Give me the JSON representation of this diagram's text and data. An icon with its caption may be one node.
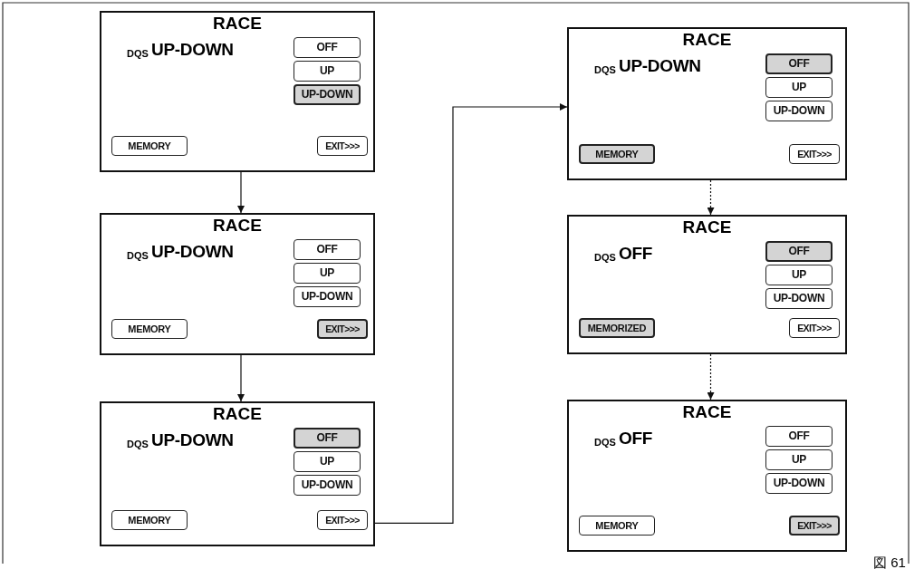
{
  "diagram": {
    "caption": "図 61",
    "nodes": [
      {
        "text": [
          "RACE",
          "DQS",
          "UP-DOWN"
        ]
      },
      {
        "text": [
          "OFF"
        ],
        "in": 0
      },
      {
        "text": [
          "UP"
        ],
        "in": 0
      },
      {
        "text": [
          "UP-DOWN"
        ],
        "in": 0
      },
      {
        "text": [
          "MEMORY"
        ],
        "in": 0
      },
      {
        "text": [
          "EXIT>>>"
        ],
        "in": 0
      },
      {
        "text": [
          "RACE",
          "DQS",
          "UP-DOWN"
        ]
      },
      {
        "text": [
          "OFF"
        ],
        "in": 6
      },
      {
        "text": [
          "UP"
        ],
        "in": 6
      },
      {
        "text": [
          "UP-DOWN"
        ],
        "in": 6
      },
      {
        "text": [
          "MEMORY"
        ],
        "in": 6
      },
      {
        "text": [
          "EXIT>>>"
        ],
        "in": 6
      },
      {
        "text": [
          "RACE",
          "DQS",
          "UP-DOWN"
        ]
      },
      {
        "text": [
          "OFF"
        ],
        "in": 12
      },
      {
        "text": [
          "UP"
        ],
        "in": 12
      },
      {
        "text": [
          "UP-DOWN"
        ],
        "in": 12
      },
      {
        "text": [
          "MEMORY"
        ],
        "in": 12
      },
      {
        "text": [
          "EXIT>>>"
        ],
        "in": 12
      },
      {
        "text": [
          "RACE",
          "DQS",
          "UP-DOWN"
        ]
      },
      {
        "text": [
          "OFF"
        ],
        "in": 18
      },
      {
        "text": [
          "UP"
        ],
        "in": 18
      },
      {
        "text": [
          "UP-DOWN"
        ],
        "in": 18
      },
      {
        "text": [
          "MEMORY"
        ],
        "in": 18
      },
      {
        "text": [
          "EXIT>>>"
        ],
        "in": 18
      },
      {
        "text": [
          "RACE",
          "DQS",
          "OFF"
        ]
      },
      {
        "text": [
          "OFF"
        ],
        "in": 24
      },
      {
        "text": [
          "UP"
        ],
        "in": 24
      },
      {
        "text": [
          "UP-DOWN"
        ],
        "in": 24
      },
      {
        "text": [
          "MEMORIZED"
        ],
        "in": 24
      },
      {
        "text": [
          "EXIT>>>"
        ],
        "in": 24
      },
      {
        "text": [
          "RACE",
          "DQS",
          "OFF"
        ]
      },
      {
        "text": [
          "OFF"
        ],
        "in": 30
      },
      {
        "text": [
          "UP"
        ],
        "in": 30
      },
      {
        "text": [
          "UP-DOWN"
        ],
        "in": 30
      },
      {
        "text": [
          "MEMORY"
        ],
        "in": 30
      },
      {
        "text": [
          "EXIT>>>"
        ],
        "in": 30
      }
    ],
    "edges": [
      {
        "from": 0,
        "to": 6,
        "arrow": "to"
      },
      {
        "from": 6,
        "to": 12,
        "arrow": "to"
      },
      {
        "from": 12,
        "to": 18,
        "arrow": "to"
      },
      {
        "from": 18,
        "to": 24,
        "arrow": "to",
        "style": "dashed"
      },
      {
        "from": 24,
        "to": 30,
        "arrow": "to",
        "style": "dashed"
      }
    ]
  }
}
